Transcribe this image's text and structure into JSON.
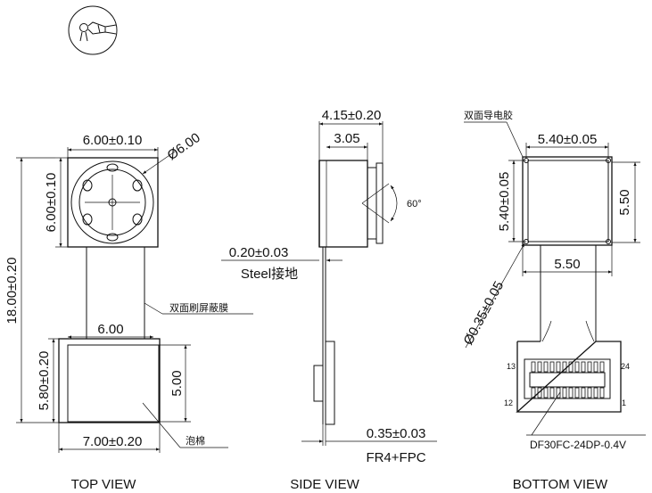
{
  "top_view": {
    "title": "TOP VIEW",
    "width_top": "6.00±0.10",
    "diameter": "Ø6.00",
    "height_left": "6.00±0.10",
    "total_height": "18.00±0.20",
    "flex_width": "6.00",
    "shield_note": "双面刷屏蔽膜",
    "foam_height": "5.80±0.20",
    "foam_inner": "5.00",
    "foam_width": "7.00±0.20",
    "foam_note": "泡棉"
  },
  "side_view": {
    "title": "SIDE VIEW",
    "total": "4.15±0.20",
    "lens": "3.05",
    "angle": "60°",
    "steel": "0.20±0.03",
    "steel_note": "Steel接地",
    "fpc": "0.35±0.03",
    "fpc_note": "FR4+FPC"
  },
  "bottom_view": {
    "title": "BOTTOM VIEW",
    "glue_note": "双面导电胶",
    "width_top": "5.40±0.05",
    "height_left": "5.40±0.05",
    "height_right": "5.50",
    "width_bottom": "5.50",
    "hole": "Ø0.35±0.05",
    "pin_13": "13",
    "pin_24": "24",
    "pin_12": "12",
    "pin_1": "1",
    "connector": "DF30FC-24DP-0.4V"
  }
}
